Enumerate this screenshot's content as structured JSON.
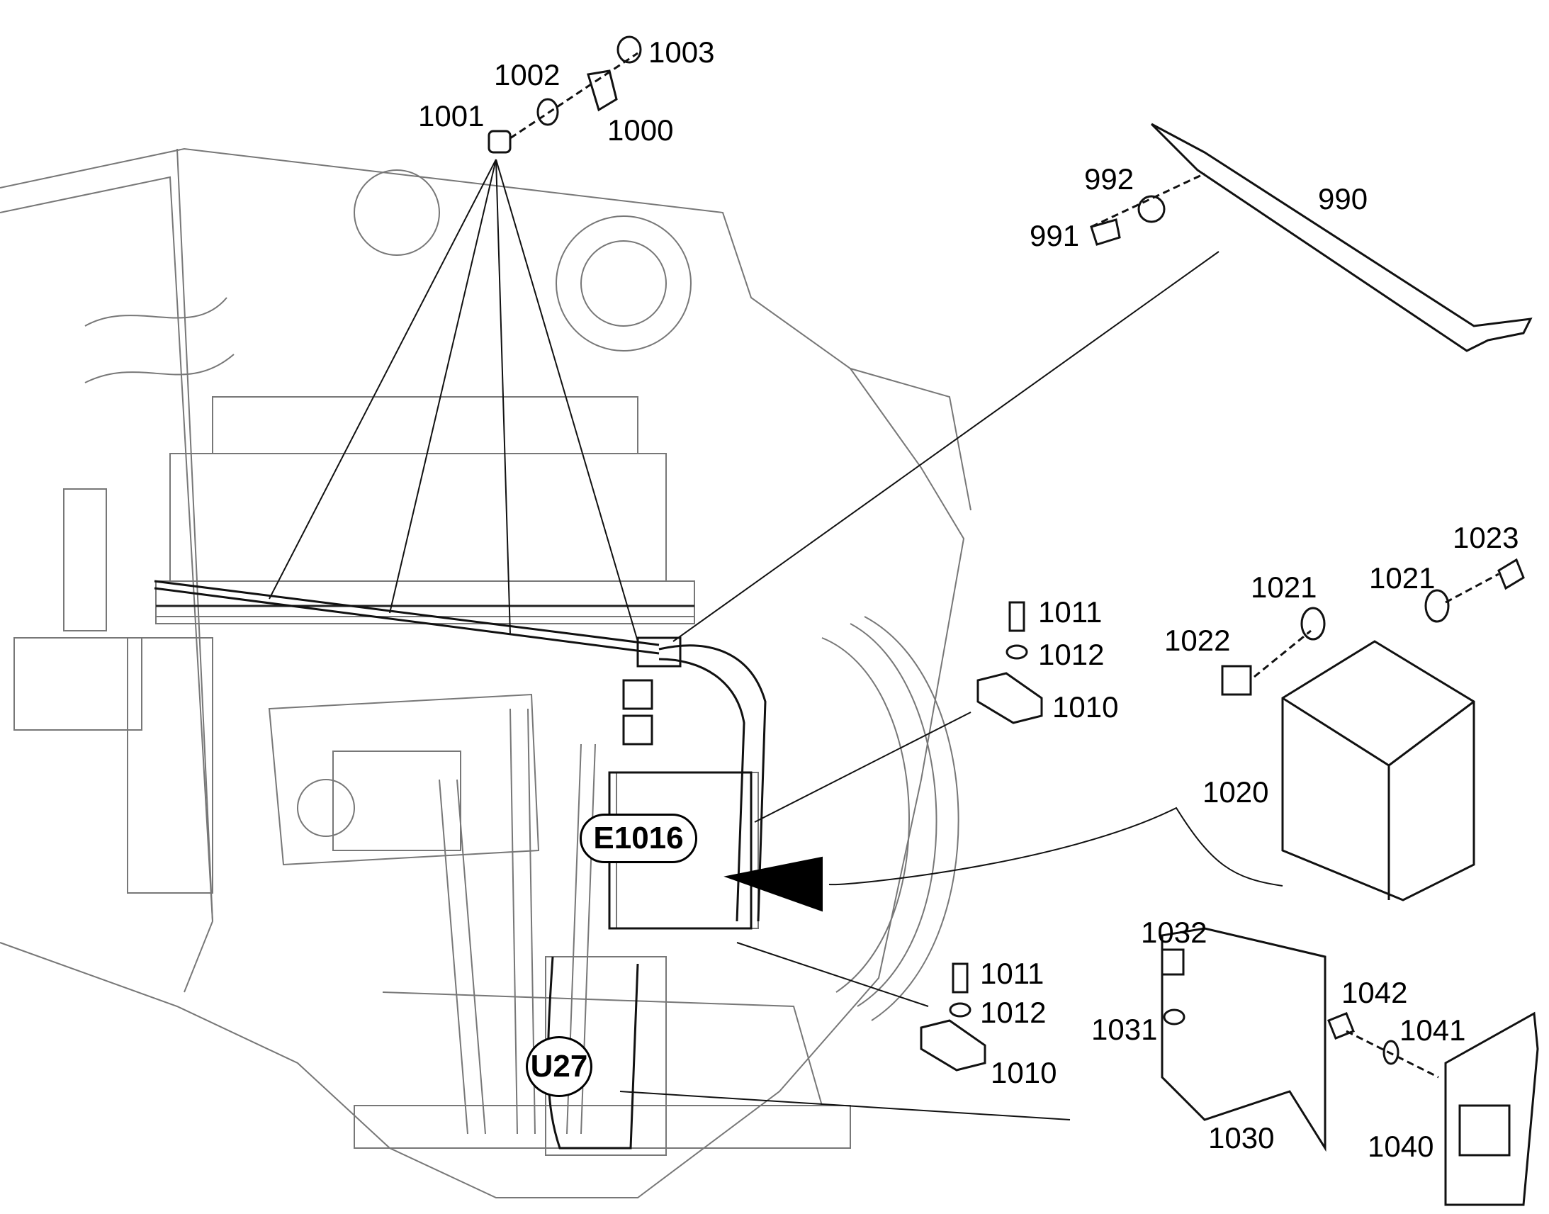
{
  "diagram": {
    "callouts": [
      {
        "id": "c1003",
        "label": "1003"
      },
      {
        "id": "c1002",
        "label": "1002"
      },
      {
        "id": "c1001",
        "label": "1001"
      },
      {
        "id": "c1000",
        "label": "1000"
      },
      {
        "id": "c992",
        "label": "992"
      },
      {
        "id": "c990",
        "label": "990"
      },
      {
        "id": "c991",
        "label": "991"
      },
      {
        "id": "c1011a",
        "label": "1011"
      },
      {
        "id": "c1012a",
        "label": "1012"
      },
      {
        "id": "c1010a",
        "label": "1010"
      },
      {
        "id": "c1023",
        "label": "1023"
      },
      {
        "id": "c1021a",
        "label": "1021"
      },
      {
        "id": "c1021b",
        "label": "1021"
      },
      {
        "id": "c1022",
        "label": "1022"
      },
      {
        "id": "c1020",
        "label": "1020"
      },
      {
        "id": "c1011b",
        "label": "1011"
      },
      {
        "id": "c1012b",
        "label": "1012"
      },
      {
        "id": "c1010b",
        "label": "1010"
      },
      {
        "id": "c1032",
        "label": "1032"
      },
      {
        "id": "c1042",
        "label": "1042"
      },
      {
        "id": "c1031",
        "label": "1031"
      },
      {
        "id": "c1041",
        "label": "1041"
      },
      {
        "id": "c1030",
        "label": "1030"
      },
      {
        "id": "c1040",
        "label": "1040"
      }
    ],
    "badges": {
      "e1016": "E1016",
      "u27": "U27"
    }
  }
}
